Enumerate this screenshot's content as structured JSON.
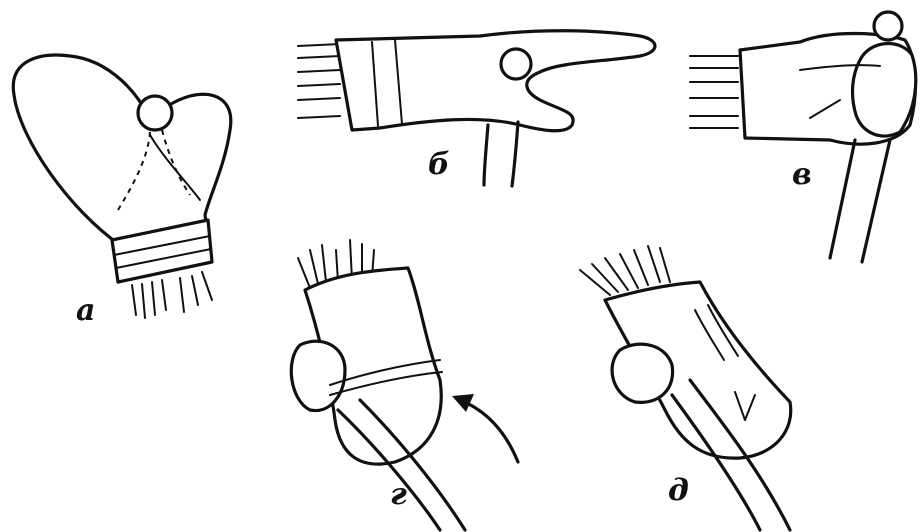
{
  "panels": [
    {
      "id": "a",
      "label": "а"
    },
    {
      "id": "b",
      "label": "б"
    },
    {
      "id": "v",
      "label": "в"
    },
    {
      "id": "g",
      "label": "г"
    },
    {
      "id": "d",
      "label": "д"
    }
  ],
  "colors": {
    "ink": "#111111",
    "paper": "#ffffff"
  }
}
